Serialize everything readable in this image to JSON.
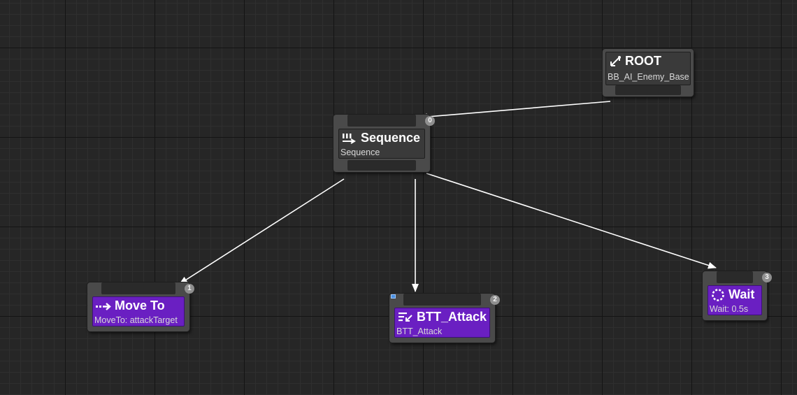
{
  "graph": {
    "nodes": {
      "root": {
        "title": "ROOT",
        "subtitle": "BB_AI_Enemy_Base",
        "icon": "root-icon"
      },
      "sequence": {
        "title": "Sequence",
        "subtitle": "Sequence",
        "index": "0",
        "icon": "sequence-icon"
      },
      "move_to": {
        "title": "Move To",
        "subtitle": "MoveTo: attackTarget",
        "index": "1",
        "icon": "move-to-icon"
      },
      "btt_attack": {
        "title": "BTT_Attack",
        "subtitle": "BTT_Attack",
        "index": "2",
        "icon": "task-icon"
      },
      "wait": {
        "title": "Wait",
        "subtitle": "Wait: 0.5s",
        "index": "3",
        "icon": "wait-icon"
      }
    }
  },
  "colors": {
    "canvas": "#262626",
    "composite_node": "#3a3a3a",
    "task_node": "#6a1fc2",
    "wire": "#ffffff",
    "badge": "#8f8f8f"
  }
}
